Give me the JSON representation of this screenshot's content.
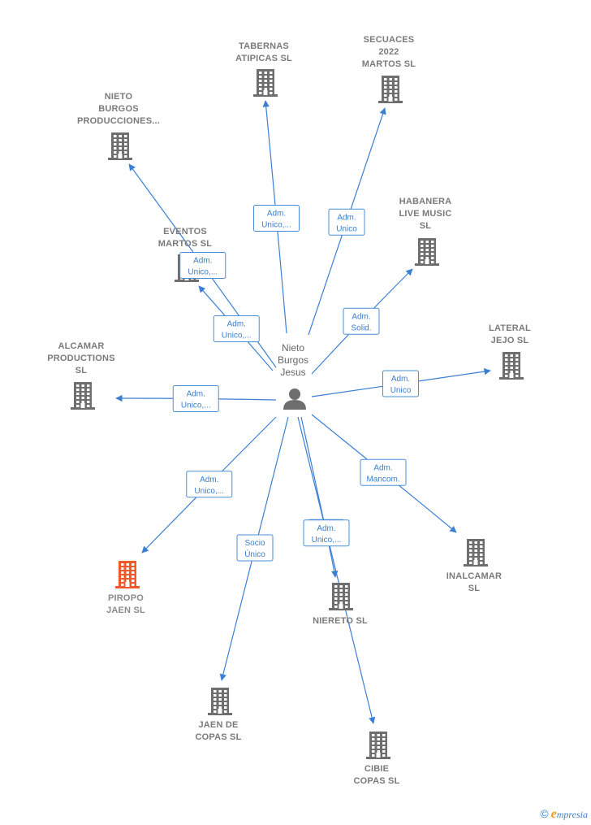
{
  "center": {
    "name_lines": [
      "Nieto",
      "Burgos",
      "Jesus"
    ],
    "icon": "person-icon"
  },
  "colors": {
    "edge": "#3b7fd4",
    "company": "#6e6e6e",
    "highlight": "#f05a2a",
    "label": "#7a7a7a"
  },
  "companies": [
    {
      "id": "tabernas",
      "lines": [
        "TABERNAS",
        "ATIPICAS  SL"
      ],
      "highlight": false
    },
    {
      "id": "secuaces",
      "lines": [
        "SECUACES",
        "2022",
        "MARTOS  SL"
      ],
      "highlight": false
    },
    {
      "id": "nieto-burgos-prod",
      "lines": [
        "NIETO",
        "BURGOS",
        "PRODUCCIONES..."
      ],
      "highlight": false
    },
    {
      "id": "habanera",
      "lines": [
        "HABANERA",
        "LIVE MUSIC",
        "SL"
      ],
      "highlight": false
    },
    {
      "id": "eventos",
      "lines": [
        "EVENTOS",
        "MARTOS  SL"
      ],
      "highlight": false
    },
    {
      "id": "lateral",
      "lines": [
        "LATERAL",
        "JEJO  SL"
      ],
      "highlight": false
    },
    {
      "id": "alcamar",
      "lines": [
        "ALCAMAR",
        "PRODUCTIONS",
        "SL"
      ],
      "highlight": false
    },
    {
      "id": "inalcamar",
      "lines": [
        "INALCAMAR",
        "SL"
      ],
      "highlight": false
    },
    {
      "id": "piropo",
      "lines": [
        "PIROPO",
        "JAEN  SL"
      ],
      "highlight": true
    },
    {
      "id": "niereto",
      "lines": [
        "NIERETO  SL"
      ],
      "highlight": false
    },
    {
      "id": "jaen-copas",
      "lines": [
        "JAEN DE",
        "COPAS  SL"
      ],
      "highlight": false
    },
    {
      "id": "cibie",
      "lines": [
        "CIBIE",
        "COPAS  SL"
      ],
      "highlight": false
    }
  ],
  "relations": [
    {
      "to": "tabernas",
      "role": [
        "Adm.",
        "Unico,..."
      ]
    },
    {
      "to": "secuaces",
      "role": [
        "Adm.",
        "Unico"
      ]
    },
    {
      "to": "nieto-burgos-prod",
      "role": [
        "Adm.",
        "Unico,..."
      ]
    },
    {
      "to": "eventos",
      "role": [
        "Adm.",
        "Unico,..."
      ]
    },
    {
      "to": "habanera",
      "role": [
        "Adm.",
        "Solid."
      ]
    },
    {
      "to": "lateral",
      "role": [
        "Adm.",
        "Unico"
      ]
    },
    {
      "to": "alcamar",
      "role": [
        "Adm.",
        "Unico,..."
      ]
    },
    {
      "to": "inalcamar",
      "role": [
        "Adm.",
        "Mancom."
      ]
    },
    {
      "to": "piropo",
      "role": [
        "Adm.",
        "Unico,..."
      ]
    },
    {
      "to": "jaen-copas",
      "role": [
        "Socio",
        "Único"
      ]
    },
    {
      "to": "cibie",
      "role": [
        "Socio",
        "Único"
      ]
    },
    {
      "to": "niereto",
      "role": [
        "Adm.",
        "Unico,..."
      ]
    }
  ],
  "brand": {
    "copyright": "©",
    "initial": "e",
    "rest": "mpresia"
  }
}
